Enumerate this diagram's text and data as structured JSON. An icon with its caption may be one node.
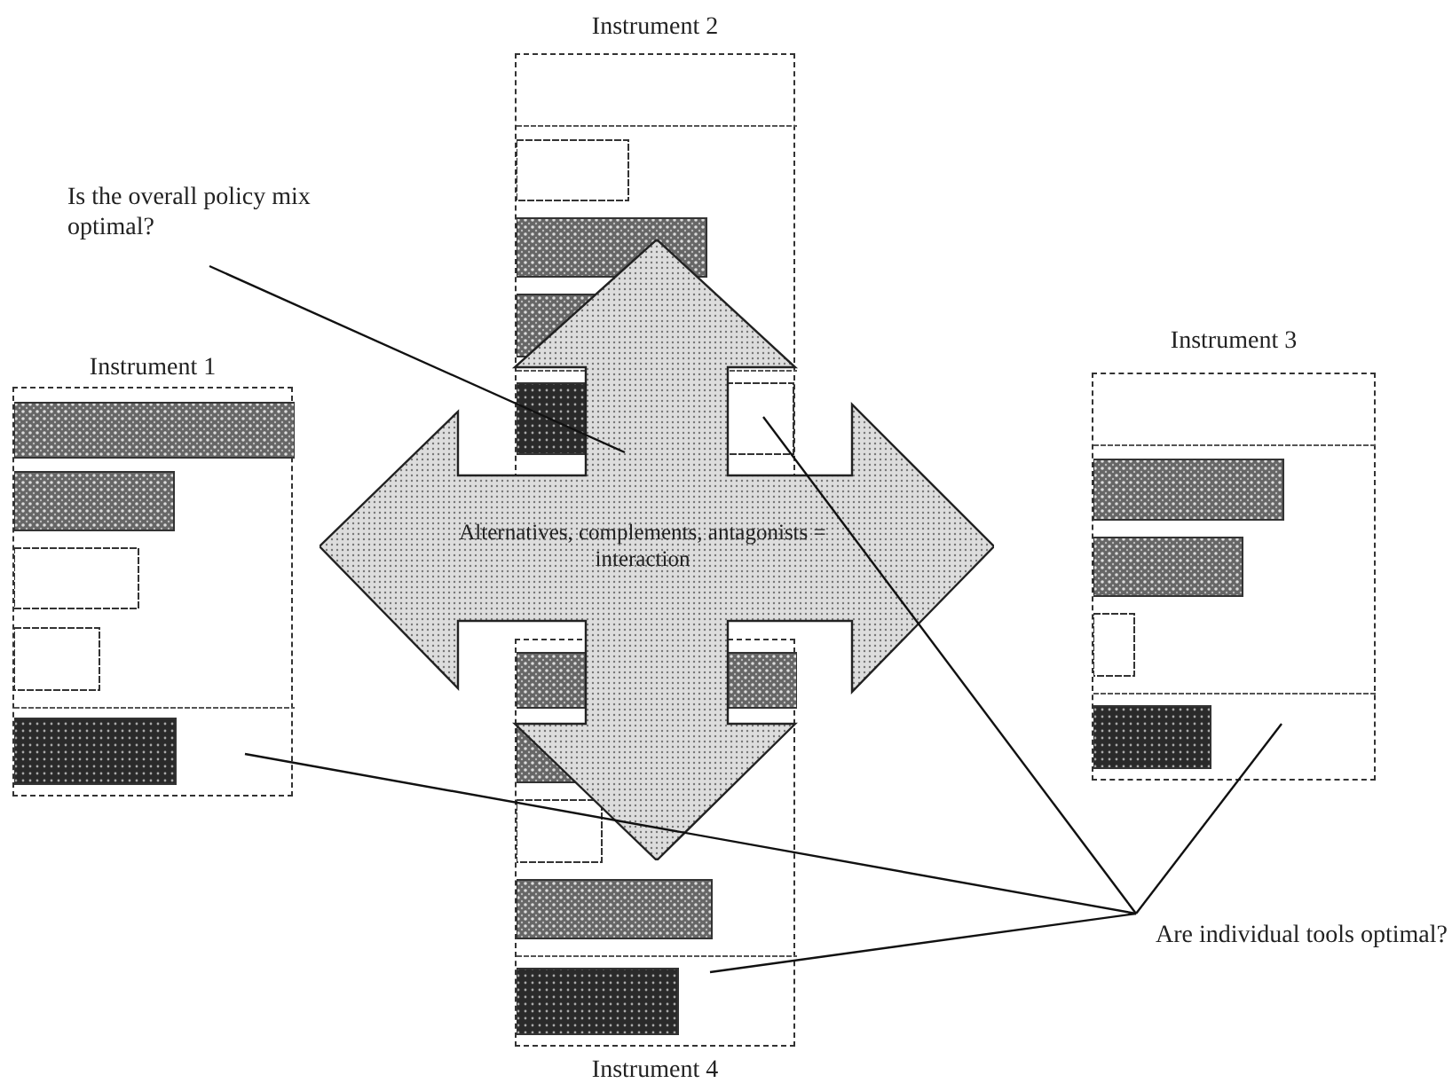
{
  "diagram": {
    "nodes": [
      {
        "text": [
          "Instrument 1"
        ]
      },
      {
        "text": [
          "Instrument 2"
        ]
      },
      {
        "text": [
          "Instrument 3"
        ]
      },
      {
        "text": [
          "Instrument 4"
        ]
      },
      {
        "text": [
          "Alternatives, complements, antagonists = interaction"
        ]
      },
      {
        "text": [
          "Is the overall policy mix optimal?"
        ]
      },
      {
        "text": [
          "Are individual tools optimal?"
        ]
      }
    ],
    "edges": [
      {
        "from": 5,
        "to": 4,
        "arrow": "none"
      },
      {
        "from": 6,
        "to": 0,
        "arrow": "none"
      },
      {
        "from": 6,
        "to": 1,
        "arrow": "none"
      },
      {
        "from": 6,
        "to": 2,
        "arrow": "none"
      },
      {
        "from": 6,
        "to": 3,
        "arrow": "none"
      }
    ]
  }
}
